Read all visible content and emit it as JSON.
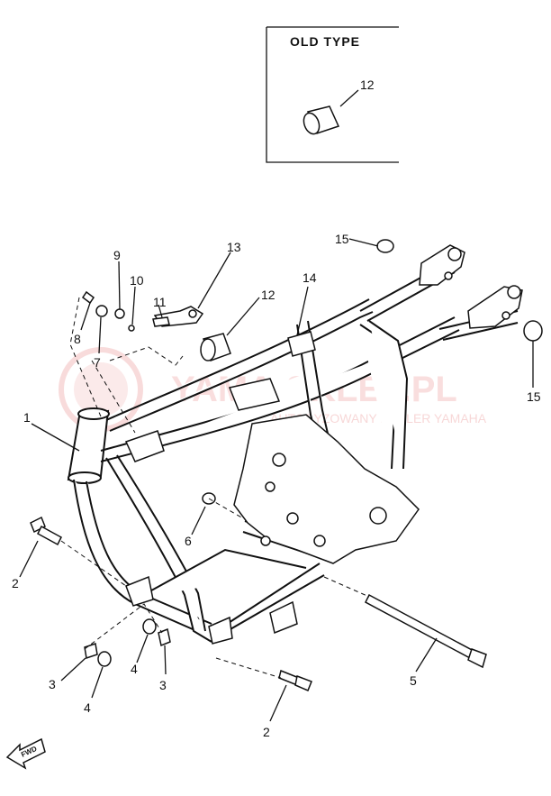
{
  "inset": {
    "title": "OLD TYPE",
    "part_number": "12"
  },
  "watermark": {
    "brand": "YAMA-SKLEP.PL",
    "subtitle": "AUTORYZOWANY DEALER YAMAHA",
    "color": "#f2b8b8"
  },
  "fwd_label": "FWD",
  "callouts": {
    "c1": "1",
    "c2a": "2",
    "c2b": "2",
    "c3a": "3",
    "c3b": "3",
    "c4a": "4",
    "c4b": "4",
    "c5": "5",
    "c6": "6",
    "c7": "7",
    "c8": "8",
    "c9": "9",
    "c10": "10",
    "c11": "11",
    "c12": "12",
    "c13": "13",
    "c14": "14",
    "c15a": "15",
    "c15b": "15"
  }
}
